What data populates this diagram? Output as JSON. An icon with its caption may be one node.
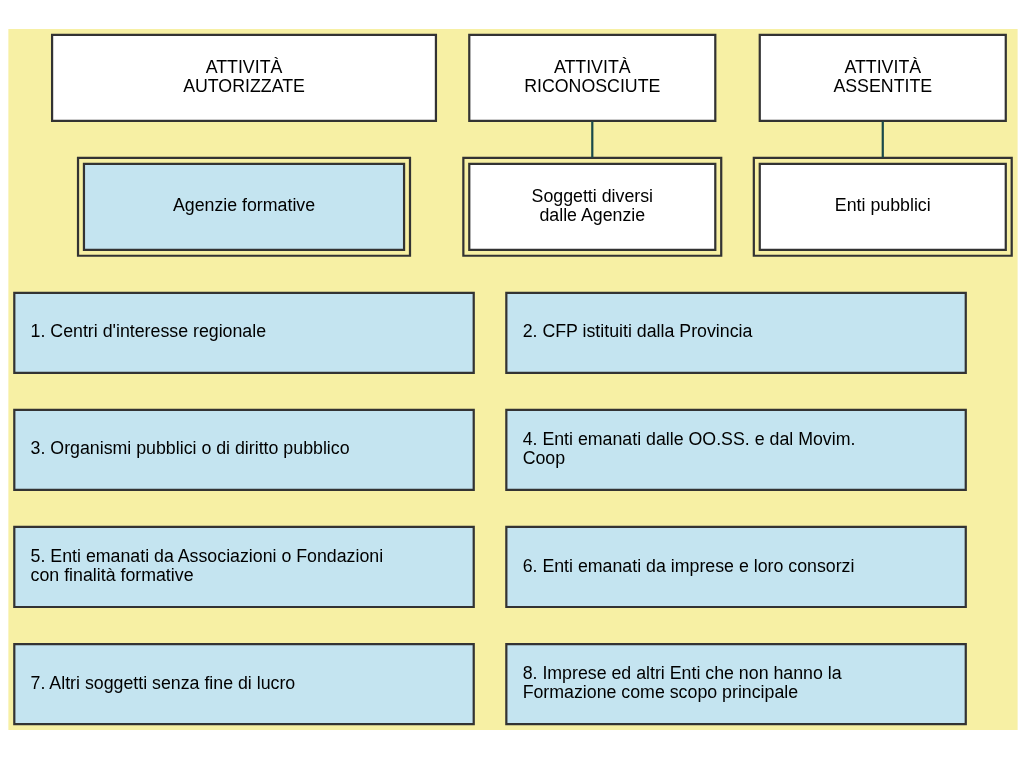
{
  "diagram": {
    "nodes": [
      {
        "text": [
          "ATTIVITÀ AUTORIZZATE"
        ]
      },
      {
        "text": [
          "ATTIVITÀ RICONOSCIUTE"
        ]
      },
      {
        "text": [
          "ATTIVITÀ ASSENTITE"
        ]
      },
      {
        "text": [
          "Agenzie formative"
        ]
      },
      {
        "text": [
          "Soggetti diversi dalle Agenzie"
        ]
      },
      {
        "text": [
          "Enti pubblici"
        ]
      },
      {
        "text": [
          "1. Centri d'interesse regionale"
        ]
      },
      {
        "text": [
          "2. CFP istituiti dalla Provincia"
        ]
      },
      {
        "text": [
          "3. Organismi pubblici o di diritto pubblico"
        ]
      },
      {
        "text": [
          "4. Enti emanati dalle OO.SS. e dal Movim. Coop"
        ]
      },
      {
        "text": [
          "5. Enti emanati da Associazioni o Fondazioni con finalità formative"
        ]
      },
      {
        "text": [
          "6. Enti emanati da imprese e loro consorzi"
        ]
      },
      {
        "text": [
          "7. Altri soggetti senza fine di lucro"
        ]
      },
      {
        "text": [
          "8. Imprese ed altri Enti che non hanno la Formazione come scopo principale"
        ]
      }
    ],
    "edges": [
      {
        "from": 1,
        "to": 4,
        "arrow": "none"
      },
      {
        "from": 2,
        "to": 5,
        "arrow": "none"
      }
    ]
  }
}
